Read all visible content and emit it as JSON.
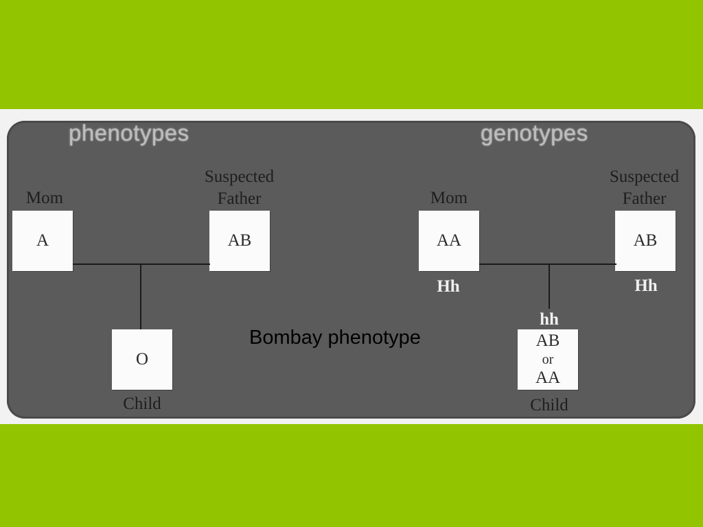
{
  "phenotypes": {
    "heading": "phenotypes",
    "mom_label": "Mom",
    "mom_value": "A",
    "father_label_line1": "Suspected",
    "father_label_line2": "Father",
    "father_value": "AB",
    "child_value": "O",
    "child_label": "Child"
  },
  "genotypes": {
    "heading": "genotypes",
    "mom_label": "Mom",
    "mom_value": "AA",
    "mom_h": "Hh",
    "father_label_line1": "Suspected",
    "father_label_line2": "Father",
    "father_value": "AB",
    "father_h": "Hh",
    "child_h": "hh",
    "child_value_line1": "AB",
    "child_value_line2": "or",
    "child_value_line3": "AA",
    "child_label": "Child"
  },
  "caption": "Bombay phenotype"
}
